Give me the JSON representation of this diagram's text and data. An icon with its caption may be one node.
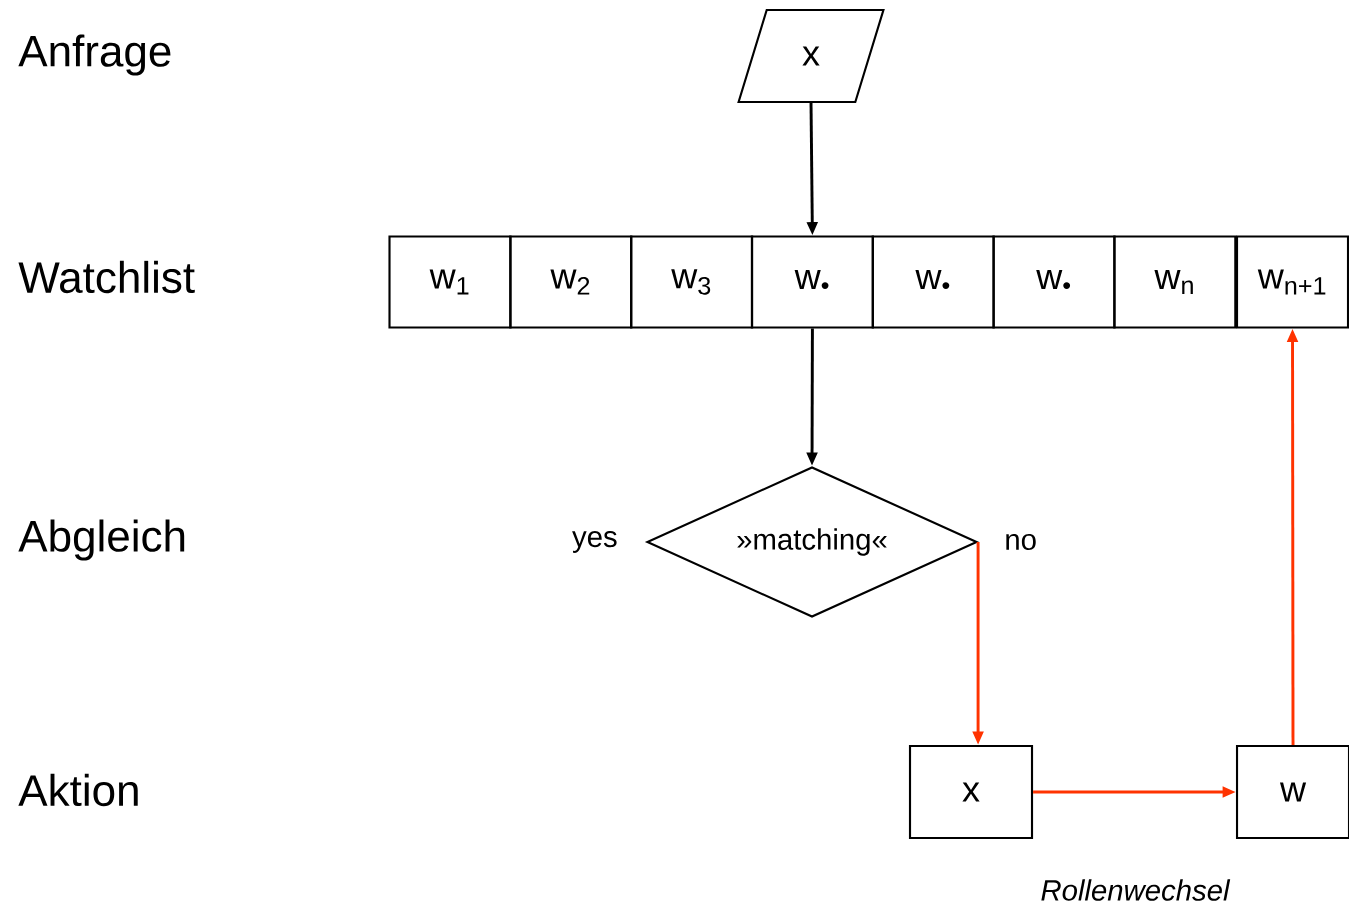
{
  "diagram": {
    "nodes": [
      {
        "text": [
          "x"
        ]
      },
      {
        "text": [
          "w$_{1}$"
        ]
      },
      {
        "text": [
          "w$_{2}$"
        ]
      },
      {
        "text": [
          "w$_{3}$"
        ]
      },
      {
        "text": [
          "w$_{•}$"
        ]
      },
      {
        "text": [
          "w$_{•}$"
        ]
      },
      {
        "text": [
          "w$_{•}$"
        ]
      },
      {
        "text": [
          "w$_{n}$"
        ]
      },
      {
        "text": [
          "w$_{n+1}$"
        ]
      },
      {
        "text": [
          "»matching«"
        ],
        "beside": [
          "yes",
          "no"
        ]
      },
      {
        "text": [
          "x"
        ]
      },
      {
        "text": [
          "w"
        ]
      }
    ],
    "edges": [
      {
        "from": 0,
        "to": 4,
        "arrow": "to",
        "color": "#000000"
      },
      {
        "from": 4,
        "to": 9,
        "arrow": "to",
        "color": "#000000"
      },
      {
        "from": 9,
        "to": 10,
        "arrow": "to",
        "color": "#ff3300"
      },
      {
        "from": 10,
        "to": 11,
        "arrow": "to",
        "color": "#ff3300"
      },
      {
        "from": 11,
        "to": 8,
        "arrow": "to",
        "color": "#ff3300"
      }
    ],
    "labels": [
      "Anfrage",
      "Watchlist",
      "Abgleich",
      "Aktion",
      "Rollenwechsel"
    ]
  }
}
